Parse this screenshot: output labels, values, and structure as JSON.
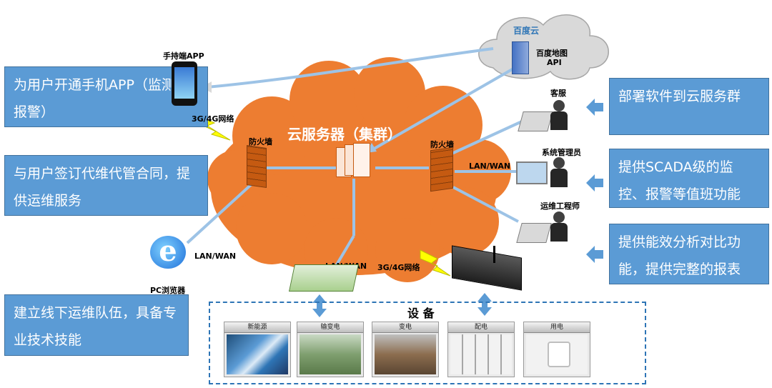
{
  "boxes": {
    "app": "为用户开通手机APP（监测、报警）",
    "contract": "与用户签订代维代管合同，提供运维服务",
    "team": "建立线下运维队伍，具备专业技术技能",
    "deploy": "部署软件到云服务群",
    "scada": "提供SCADA级的监控、报警等值班功能",
    "energy": "提供能效分析对比功能，提供完整的报表"
  },
  "cloud": {
    "title": "云服务器（集群）"
  },
  "baidu": {
    "title": "百度云",
    "api_line1": "百度地图",
    "api_line2": "API"
  },
  "labels": {
    "phone": "手持端APP",
    "net_phone": "3G/4G网络",
    "firewall_left": "防火墙",
    "firewall_right": "防火墙",
    "lan_left": "LAN/WAN",
    "lan_right": "LAN/WAN",
    "lan_bottom": "LAN/WAN",
    "net_bottom": "3G/4G网络",
    "browser": "PC浏览器",
    "kefu": "客服",
    "sysadmin": "系统管理员",
    "engineer": "运维工程师"
  },
  "devices": {
    "title": "设 备",
    "items": [
      "新能源",
      "输变电",
      "变电",
      "配电",
      "用电"
    ]
  },
  "colors": {
    "cloud": "#ed7d31",
    "box": "#5b9bd5",
    "arrow": "#5b9bd5",
    "line": "#9dc3e6",
    "bolt": "#ffff00"
  }
}
